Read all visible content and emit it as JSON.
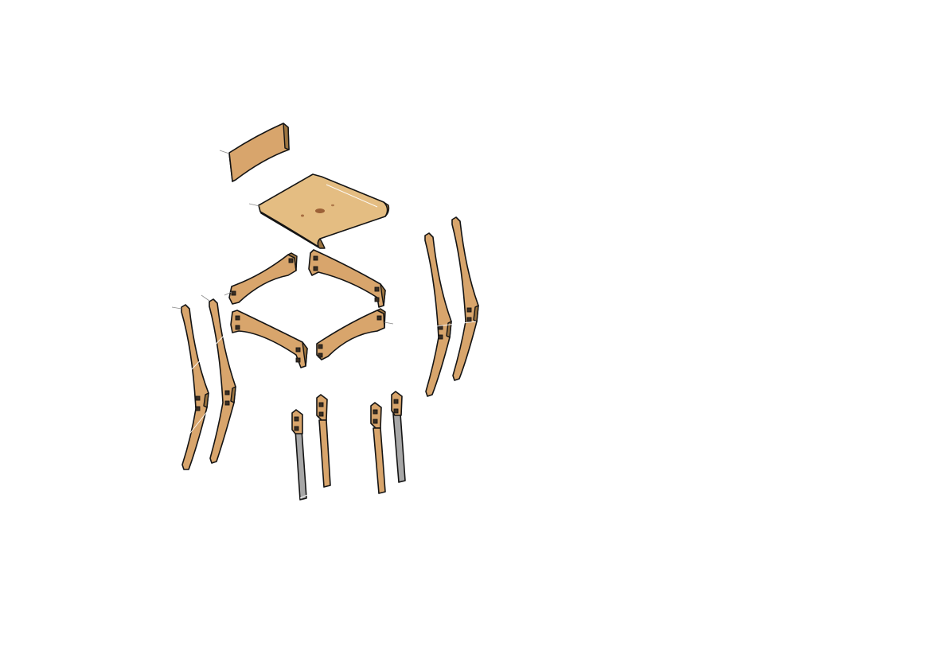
{
  "figure": {
    "kind": "exploded-assembly",
    "subject": "chair",
    "background": "#ffffff"
  },
  "parts": [
    {
      "id": "backrest",
      "material": "plywood"
    },
    {
      "id": "seat",
      "material": "plywood"
    },
    {
      "id": "rail-back-left",
      "material": "plywood"
    },
    {
      "id": "rail-back-right",
      "material": "plywood"
    },
    {
      "id": "rail-front-left",
      "material": "plywood"
    },
    {
      "id": "rail-front-right",
      "material": "plywood"
    },
    {
      "id": "rear-leg-left-outer",
      "material": "plywood"
    },
    {
      "id": "rear-leg-left-inner",
      "material": "plywood"
    },
    {
      "id": "rear-leg-right-inner",
      "material": "plywood"
    },
    {
      "id": "rear-leg-right-outer",
      "material": "plywood"
    },
    {
      "id": "front-leg-1",
      "material": "metal"
    },
    {
      "id": "front-leg-2",
      "material": "plywood"
    },
    {
      "id": "front-leg-3",
      "material": "plywood"
    },
    {
      "id": "front-leg-4",
      "material": "metal"
    }
  ],
  "colors": {
    "wood_face": "#d8a56c",
    "wood_edge": "#9c7440",
    "seat_face": "#e4bd82",
    "metal": "#a7a7a7",
    "outline": "#141414",
    "knot": "#8a4a24"
  }
}
